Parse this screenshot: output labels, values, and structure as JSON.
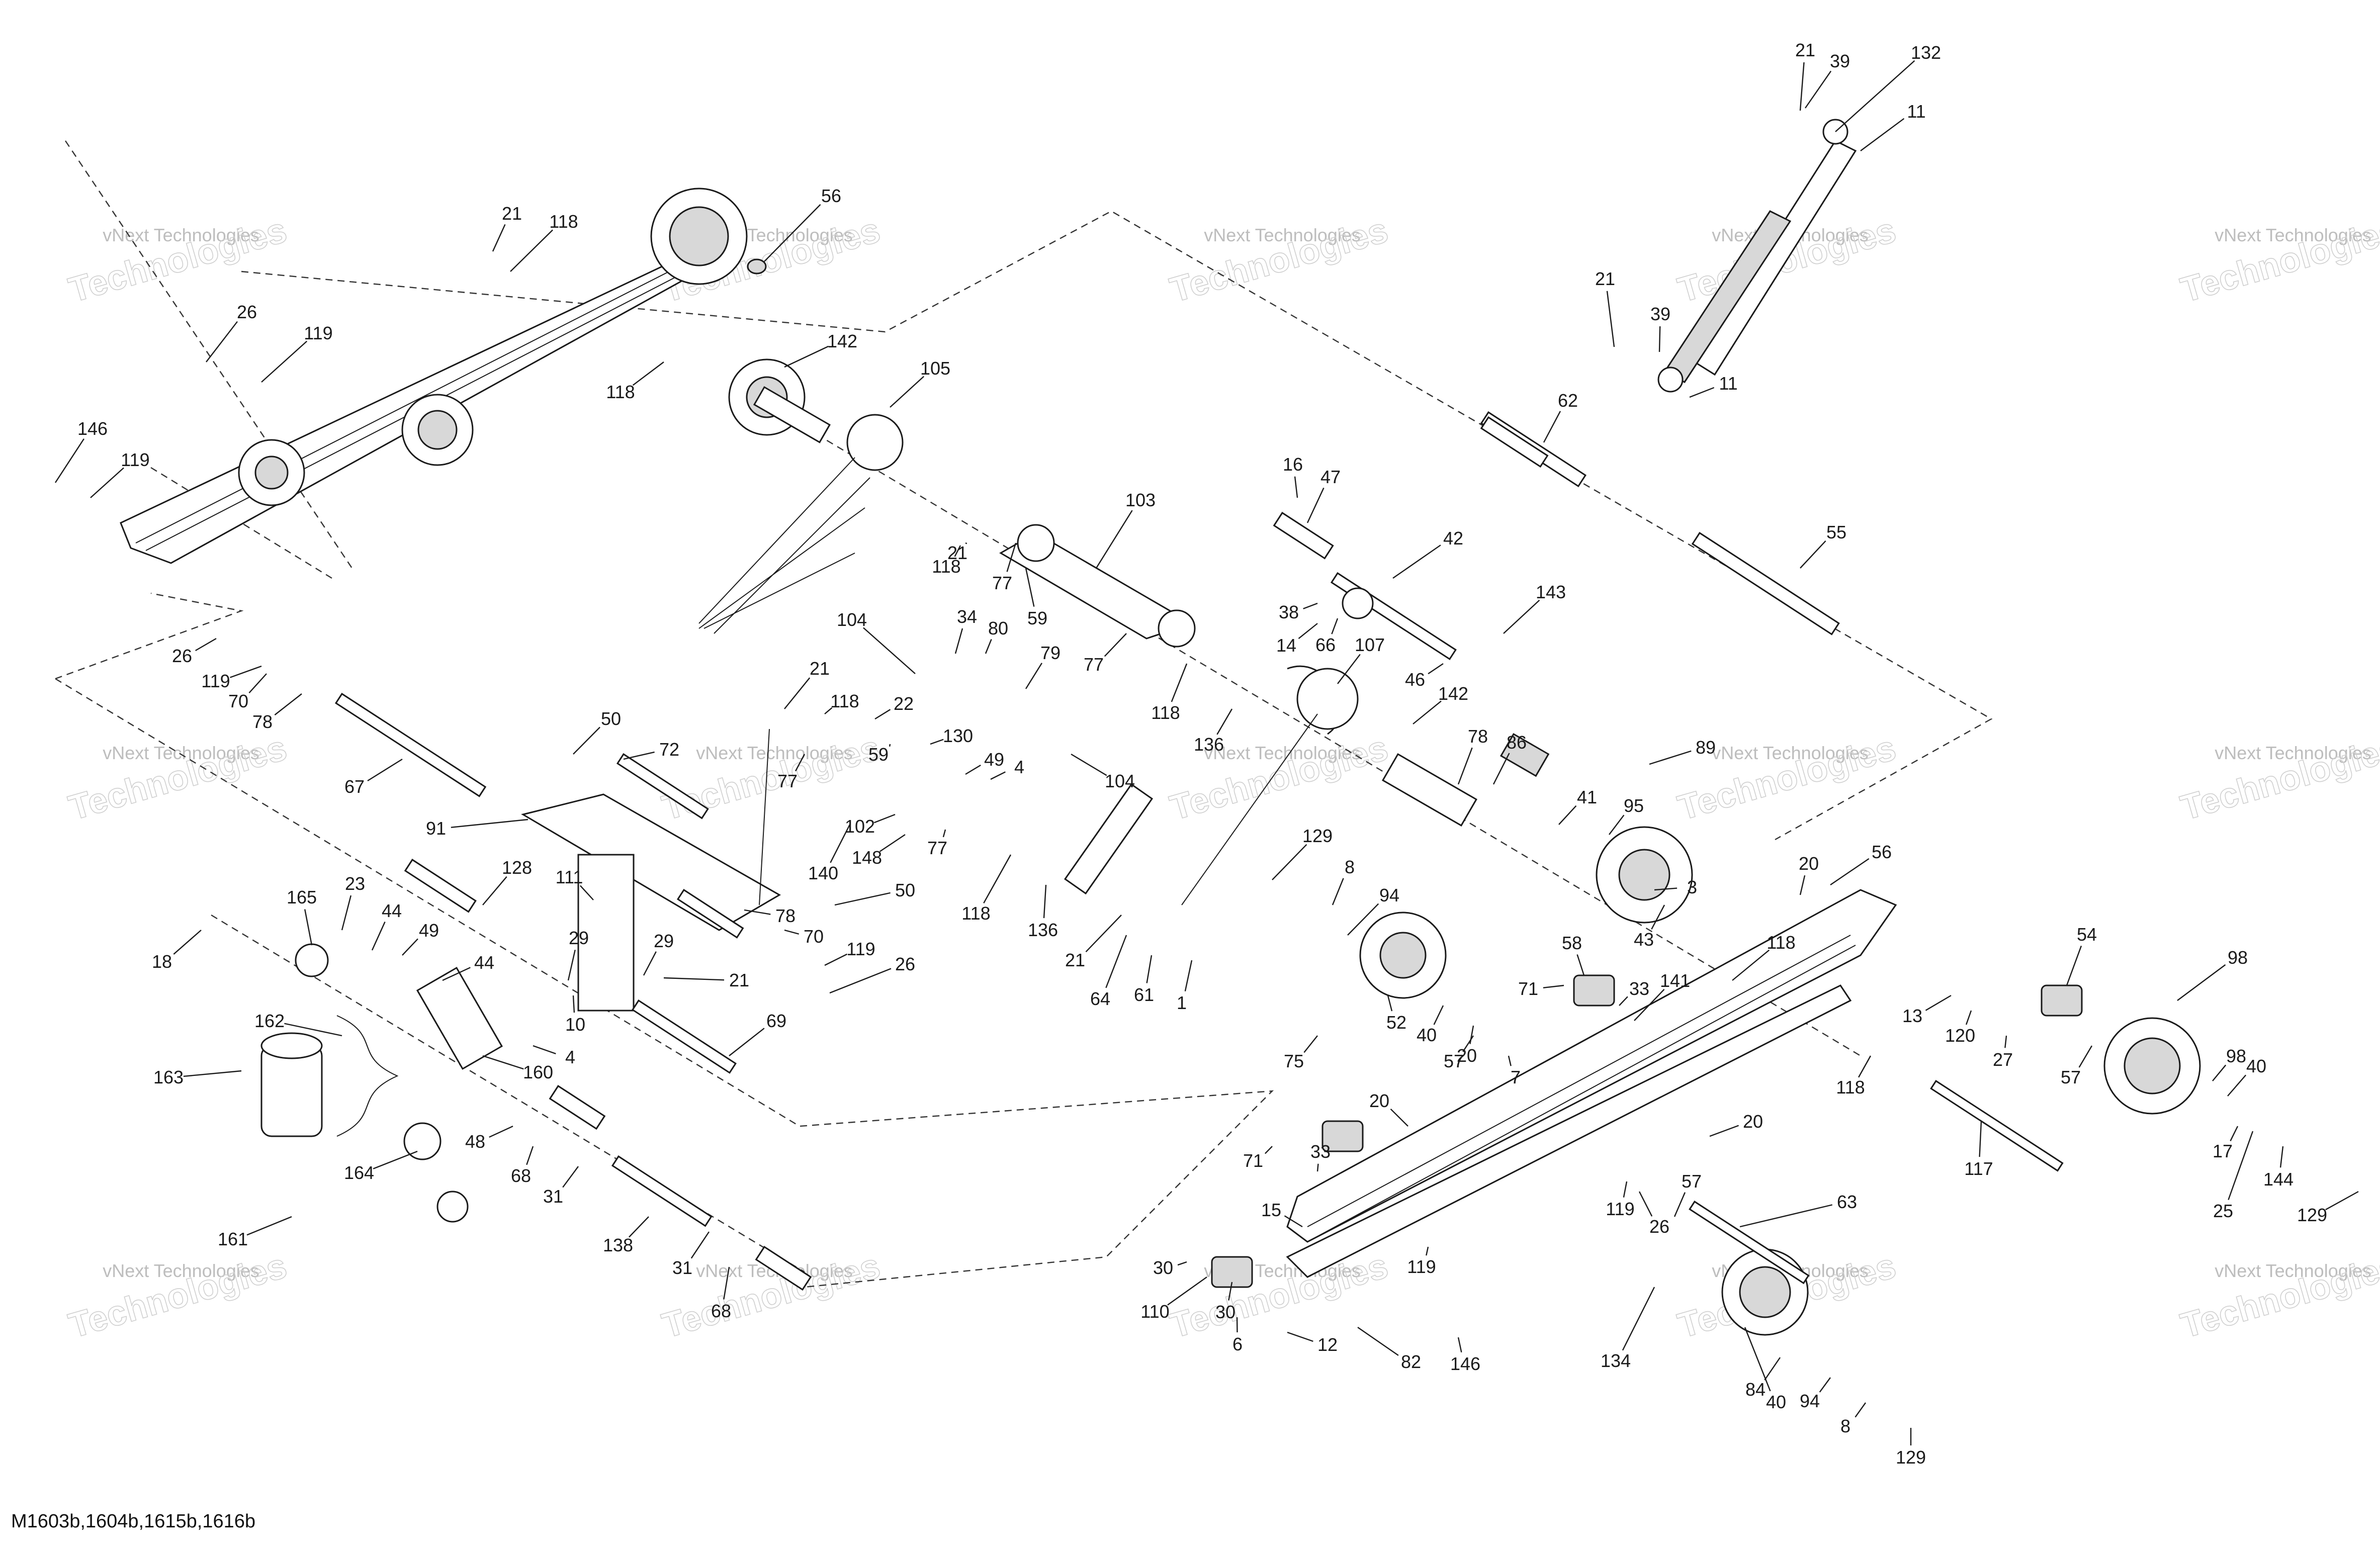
{
  "watermark": {
    "line1": "vNext Technologies",
    "line2": "Technologies"
  },
  "document_code": "M1603b,1604b,1615b,1616b",
  "callouts": [
    "1",
    "3",
    "4",
    "6",
    "7",
    "8",
    "10",
    "11",
    "12",
    "13",
    "14",
    "15",
    "16",
    "17",
    "18",
    "20",
    "21",
    "22",
    "23",
    "25",
    "26",
    "27",
    "29",
    "30",
    "31",
    "33",
    "34",
    "38",
    "39",
    "40",
    "41",
    "42",
    "43",
    "44",
    "46",
    "47",
    "48",
    "49",
    "50",
    "52",
    "54",
    "55",
    "56",
    "57",
    "58",
    "59",
    "61",
    "62",
    "63",
    "64",
    "66",
    "67",
    "68",
    "69",
    "70",
    "71",
    "72",
    "75",
    "77",
    "78",
    "79",
    "80",
    "82",
    "84",
    "86",
    "89",
    "91",
    "94",
    "95",
    "98",
    "102",
    "103",
    "104",
    "105",
    "107",
    "110",
    "111",
    "117",
    "118",
    "119",
    "120",
    "128",
    "129",
    "130",
    "132",
    "134",
    "136",
    "138",
    "140",
    "141",
    "142",
    "143",
    "144",
    "146",
    "148",
    "160",
    "161",
    "162",
    "163",
    "164",
    "165"
  ]
}
